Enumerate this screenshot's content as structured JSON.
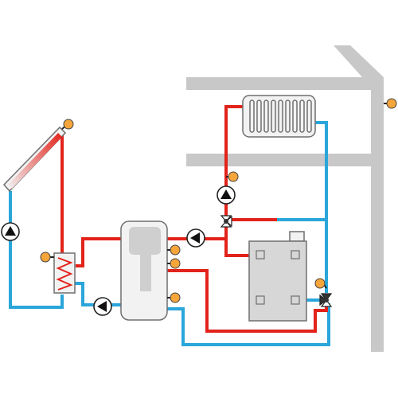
{
  "colors": {
    "background": "#ffffff",
    "hot_pipe": "#e2231a",
    "cold_pipe": "#2aa6da",
    "building": "#c8c8c8",
    "sensor": "#f5a53a",
    "component_fill": "#f2f2f2",
    "component_stroke": "#6f6f6f",
    "boiler_fill": "#d7d7d7",
    "tank_inner": "#cfcfcf"
  },
  "components": {
    "solar_collector": {
      "icon": "solar-collector-panel"
    },
    "collector_pump": {
      "icon": "pump-triangle-up"
    },
    "solar_heat_exchanger": {
      "icon": "coil-heat-exchanger"
    },
    "buffer_tank": {
      "icon": "storage-tank"
    },
    "tank_pump": {
      "icon": "pump-triangle-left"
    },
    "return_pump": {
      "icon": "pump-triangle-left"
    },
    "radiator": {
      "icon": "radiator"
    },
    "heating_pump": {
      "icon": "pump-triangle-up"
    },
    "mixing_valve": {
      "icon": "three-way-valve"
    },
    "boiler": {
      "icon": "boiler"
    },
    "boiler_valve": {
      "icon": "three-way-valve"
    },
    "temperature_sensor": {
      "icon": "sensor-dot"
    }
  }
}
